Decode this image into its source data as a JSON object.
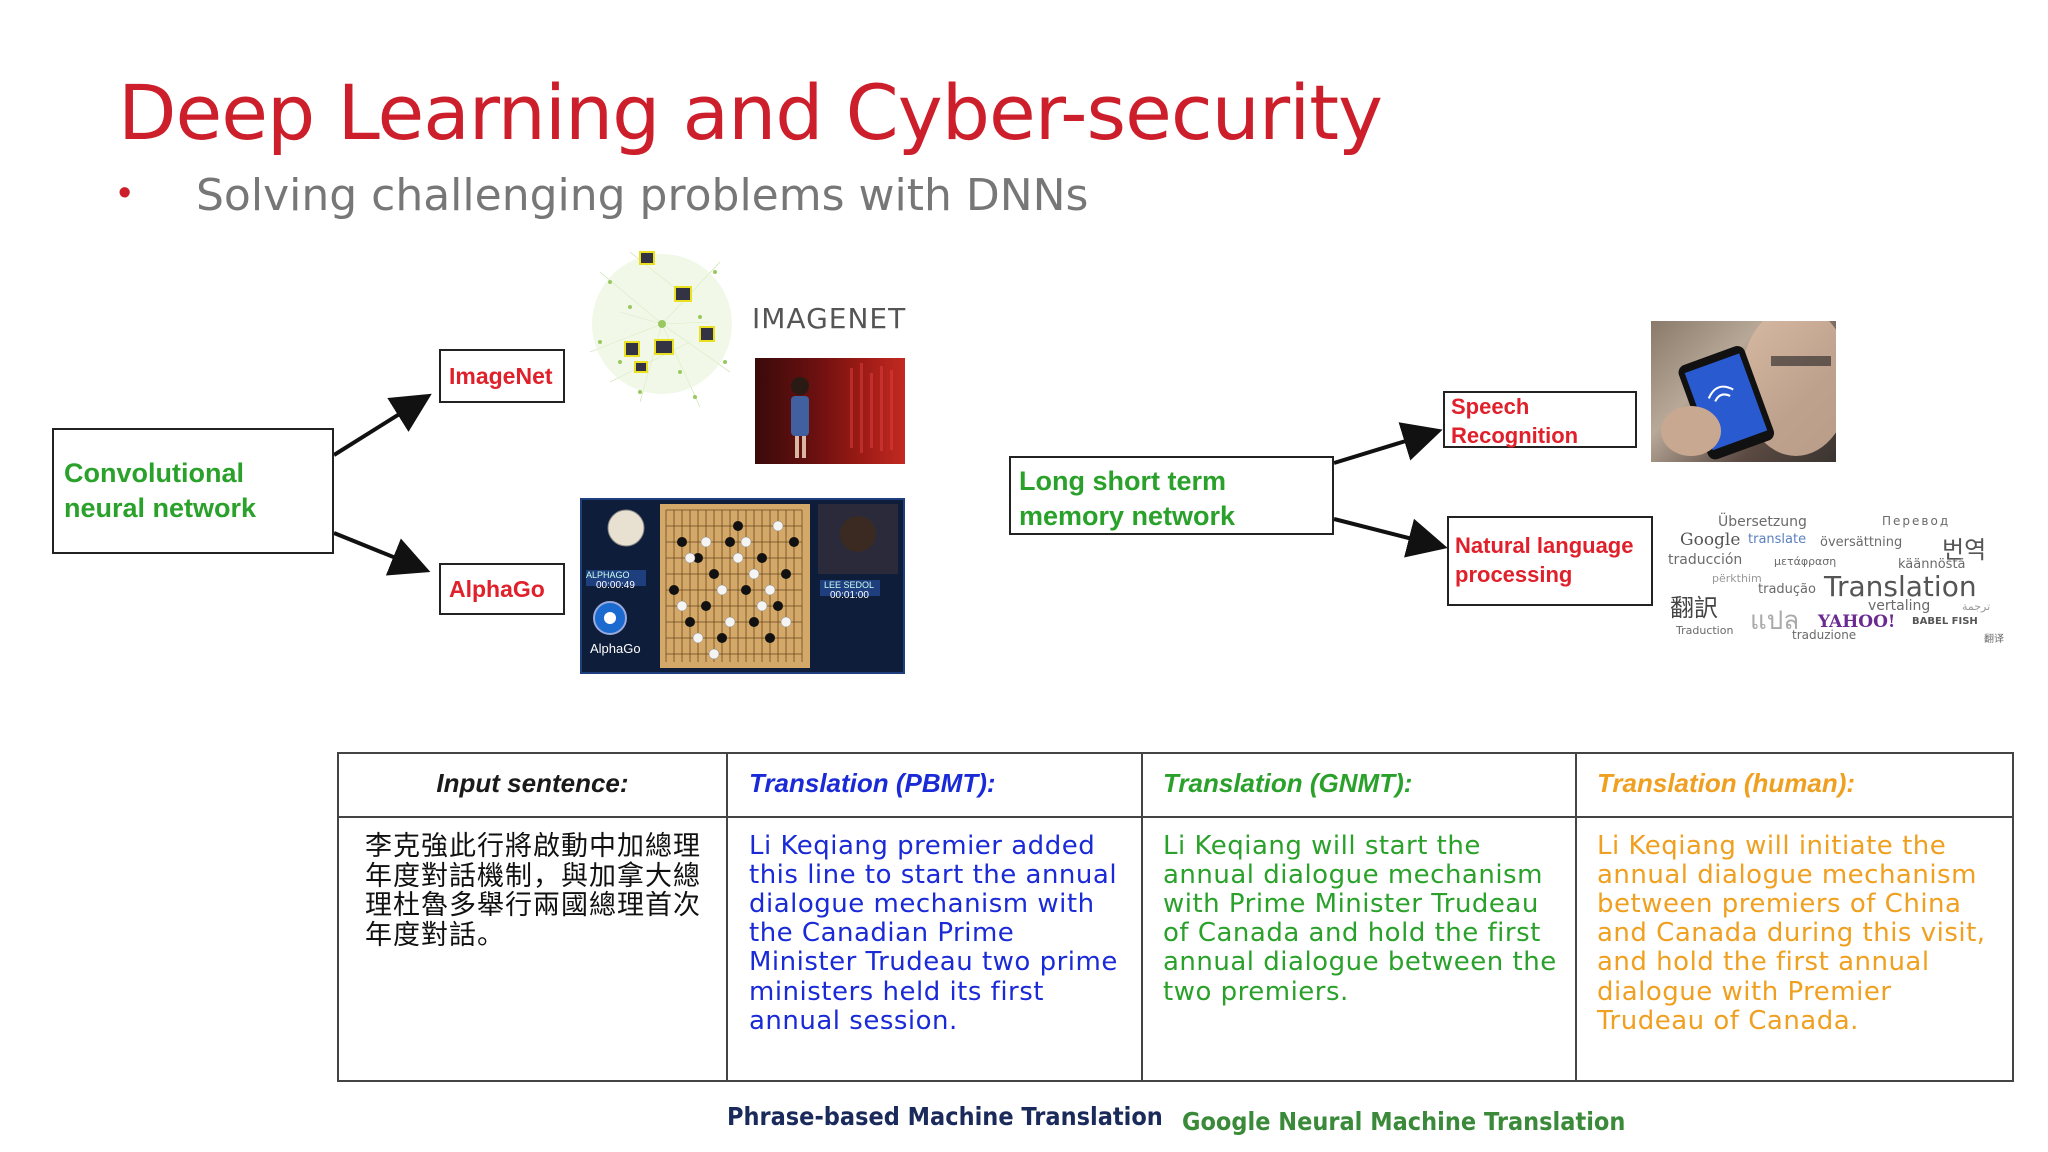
{
  "slide": {
    "title": "Deep Learning and  Cyber-security",
    "bullet": "•",
    "subtitle": "Solving  challenging problems with DNNs"
  },
  "diagram": {
    "cnn_label": "Convolutional neural network",
    "imagenet_label": "ImageNet",
    "alphago_label": "AlphaGo",
    "lstm_label": "Long short term memory network",
    "speech_label": "Speech Recognition",
    "nlp_label": "Natural language processing",
    "imagenet_logo": "IMAGENET",
    "alphago_logo": "AlphaGo",
    "alphago_clock": "00:00:49",
    "lee_clock": "00:01:00",
    "alphago_name": "ALPHAGO",
    "lee_name": "LEE SEDOL"
  },
  "word_cloud": {
    "words": [
      "Übersetzung",
      "Перевод",
      "Google",
      "translate",
      "översättning",
      "번역",
      "traducción",
      "μετάφραση",
      "käännöstä",
      "përkthim",
      "tradução",
      "Translation",
      "翻訳",
      "แปล",
      "vertaling",
      "YAHOO!",
      "BABEL FISH",
      "Traduction",
      "traduzione",
      "翻译",
      "ترجمة"
    ]
  },
  "table": {
    "headers": [
      "Input sentence:",
      "Translation (PBMT):",
      "Translation (GNMT):",
      "Translation (human):"
    ],
    "rows": [
      "李克強此行將啟動中加總理年度對話機制，與加拿大總理杜魯多舉行兩國總理首次年度對話。",
      "Li Keqiang premier added this line to start the annual dialogue mechanism with the Canadian Prime Minister Trudeau two prime ministers held its first annual session.",
      "Li Keqiang will start the annual dialogue mechanism with Prime Minister Trudeau of Canada and hold the first annual dialogue between the two premiers.",
      "Li Keqiang will initiate the annual dialogue mechanism between premiers of China and Canada during this visit, and hold the first annual dialogue with Premier Trudeau of Canada."
    ],
    "header_colors": [
      "#1a1a1a",
      "#1a2ad6",
      "#2aa12a",
      "#f0a020"
    ]
  },
  "captions": {
    "pbmt": "Phrase-based Machine Translation",
    "gnmt": "Google Neural Machine Translation"
  },
  "colors": {
    "title": "#cc1f2b",
    "subtitle": "#777777",
    "green_label": "#2aa12a",
    "red_label": "#e0202a"
  }
}
